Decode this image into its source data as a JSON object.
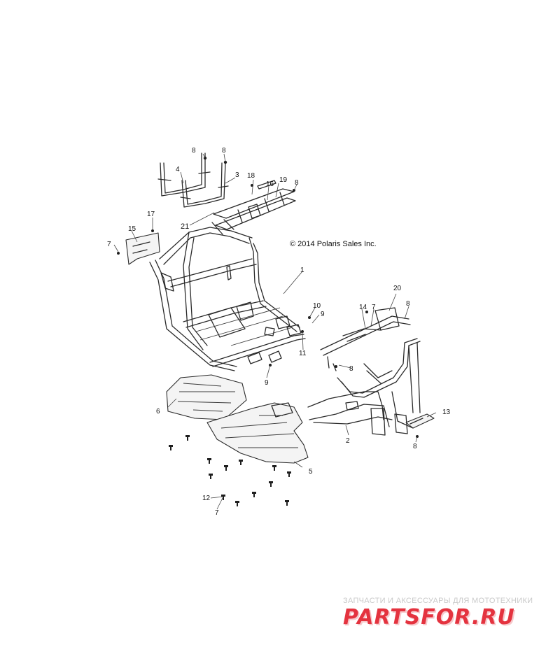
{
  "diagram": {
    "copyright": "© 2014 Polaris Sales Inc.",
    "callouts": [
      "1",
      "2",
      "3",
      "4",
      "5",
      "6",
      "7",
      "8",
      "9",
      "10",
      "11",
      "12",
      "13",
      "14",
      "15",
      "16",
      "17",
      "18",
      "19",
      "20",
      "21",
      "7",
      "8",
      "8",
      "8",
      "8",
      "8",
      "9",
      "7",
      "8",
      "7"
    ]
  },
  "watermark": {
    "tagline": "ЗАПЧАСТИ И АКСЕССУАРЫ ДЛЯ МОТОТЕХНИКИ",
    "logo": "PARTSFOR.RU",
    "logo_color": "#e4333f",
    "logo_shadow": "#f6c9cc",
    "tagline_color": "#c9c9c9"
  }
}
